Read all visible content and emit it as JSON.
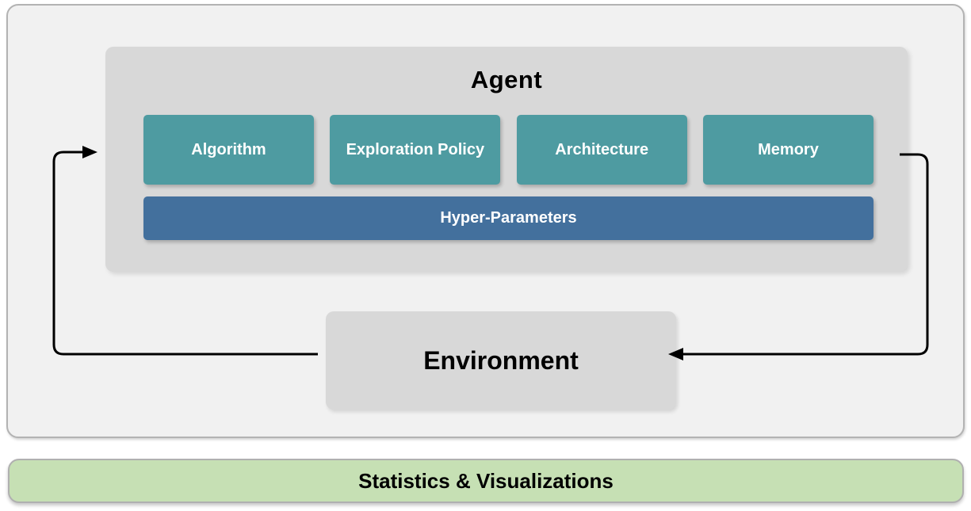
{
  "diagram": {
    "agent": {
      "title": "Agent",
      "modules": [
        {
          "label": "Algorithm"
        },
        {
          "label": "Exploration Policy"
        },
        {
          "label": "Architecture"
        },
        {
          "label": "Memory"
        }
      ],
      "hyper_parameters_label": "Hyper-Parameters"
    },
    "environment": {
      "label": "Environment"
    },
    "footer": {
      "label": "Statistics & Visualizations"
    },
    "arrows": [
      {
        "name": "agent-to-environment",
        "direction": "from Agent right side down into Environment right side"
      },
      {
        "name": "environment-to-agent",
        "direction": "from Environment left side up into Agent left side"
      }
    ],
    "colors": {
      "module_teal": "#4E9BA1",
      "hyper_parameters_blue": "#43709D",
      "panel_gray": "#D8D8D8",
      "outer_panel_background": "#F1F1F1",
      "footer_green": "#C6E0B4",
      "border_gray": "#B3B3B3",
      "arrow_black": "#000000",
      "label_white": "#FFFFFF",
      "label_black": "#000000"
    }
  }
}
